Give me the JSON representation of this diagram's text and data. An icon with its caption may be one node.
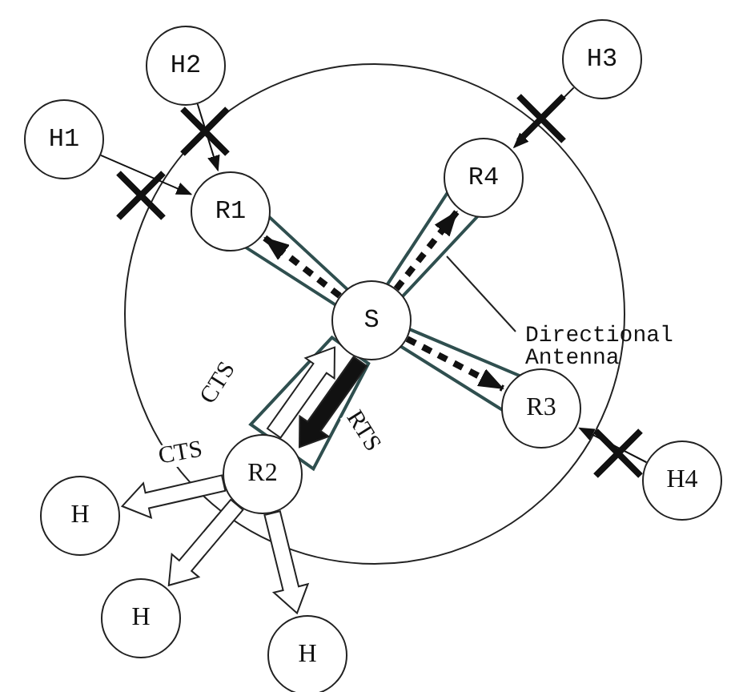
{
  "diagram": {
    "nodes": [
      {
        "text": [
          "H1"
        ]
      },
      {
        "text": [
          "H2"
        ]
      },
      {
        "text": [
          "H3"
        ]
      },
      {
        "text": [
          "R4"
        ]
      },
      {
        "text": [
          "R1"
        ]
      },
      {
        "text": [
          "S"
        ]
      },
      {
        "text": [
          "R3"
        ]
      },
      {
        "text": [
          "H4"
        ]
      },
      {
        "text": [
          "R2"
        ]
      },
      {
        "text": [
          "H"
        ]
      },
      {
        "text": [
          "H"
        ]
      },
      {
        "text": [
          "H"
        ]
      },
      {
        "text": [
          "Directional Antenna"
        ]
      }
    ],
    "edges": [
      {
        "from": 0,
        "to": 4,
        "arrow": "to"
      },
      {
        "from": 1,
        "to": 4,
        "arrow": "to"
      },
      {
        "from": 2,
        "to": 3,
        "arrow": "to"
      },
      {
        "from": 7,
        "to": 6,
        "arrow": "to"
      },
      {
        "from": 5,
        "to": 4,
        "arrow": "to",
        "style": "dashed"
      },
      {
        "from": 5,
        "to": 3,
        "arrow": "to",
        "style": "dashed"
      },
      {
        "from": 5,
        "to": 6,
        "arrow": "to",
        "style": "dashed"
      },
      {
        "from": 8,
        "to": 5,
        "arrow": "to",
        "label": "CTS",
        "style": "thick"
      },
      {
        "from": 5,
        "to": 8,
        "arrow": "to",
        "label": "RTS",
        "style": "thick",
        "color": "#111111"
      },
      {
        "from": 8,
        "to": 9,
        "arrow": "to",
        "label": "CTS",
        "style": "thick"
      },
      {
        "from": 8,
        "to": 10,
        "arrow": "to",
        "style": "thick"
      },
      {
        "from": 8,
        "to": 11,
        "arrow": "to",
        "style": "thick"
      },
      {
        "from": 12,
        "to": null,
        "arrow": "none"
      }
    ]
  }
}
